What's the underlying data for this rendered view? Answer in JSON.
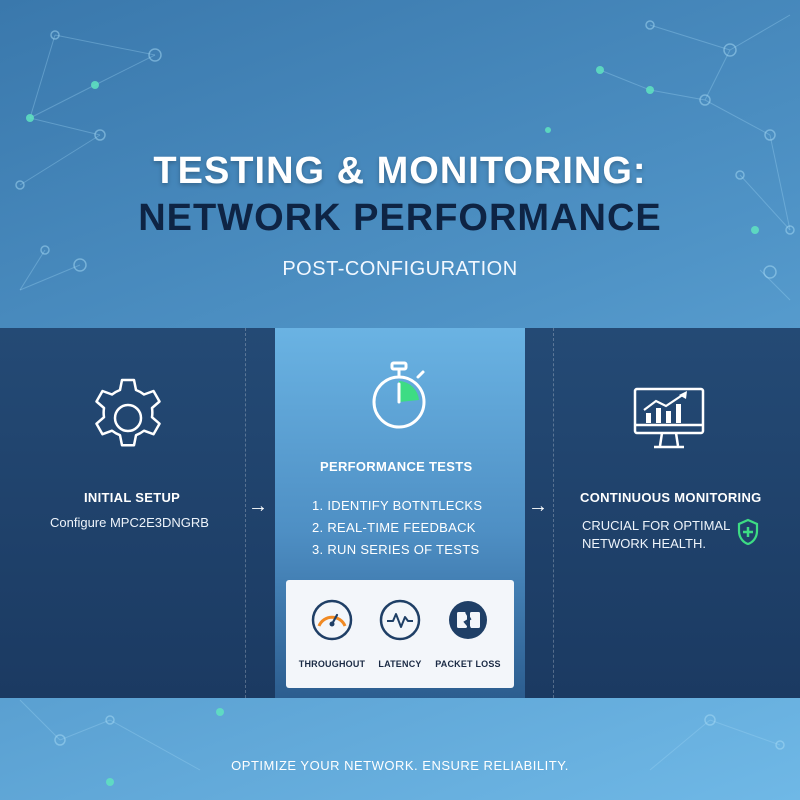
{
  "title": {
    "line1": "TESTING & MONITORING:",
    "line2": "NETWORK PERFORMANCE",
    "subtitle": "POST-CONFIGURATION"
  },
  "columns": {
    "setup": {
      "icon": "gear-icon",
      "heading": "INITIAL SETUP",
      "text": "Configure MPC2E3DNGRB"
    },
    "tests": {
      "icon": "stopwatch-icon",
      "heading": "PERFORMANCE TESTS",
      "items": [
        "1. IDENTIFY BOTNTLECKS",
        "2. REAL-TIME FEEDBACK",
        "3. RUN SERIES OF TESTS"
      ],
      "metrics": [
        {
          "icon": "gauge-icon",
          "label": "THROUGHOUT"
        },
        {
          "icon": "pulse-icon",
          "label": "LATENCY"
        },
        {
          "icon": "broken-packet-icon",
          "label": "PACKET LOSS"
        }
      ]
    },
    "monitoring": {
      "icon": "monitor-chart-icon",
      "heading": "CONTINUOUS MONITORING",
      "text_line1": "CRUCIAL FOR OPTIMAL",
      "text_line2": "NETWORK HEALTH.",
      "badge_icon": "shield-plus-icon"
    }
  },
  "arrows": [
    "→",
    "→"
  ],
  "footer": "OPTIMIZE YOUR NETWORK. ENSURE RELIABILITY.",
  "colors": {
    "accent_green": "#3ddc84",
    "node_teal": "#5fe3c0",
    "dark_navy": "#0e2444",
    "panel_dark": "#1e3f68",
    "gauge_orange": "#f08a24"
  }
}
